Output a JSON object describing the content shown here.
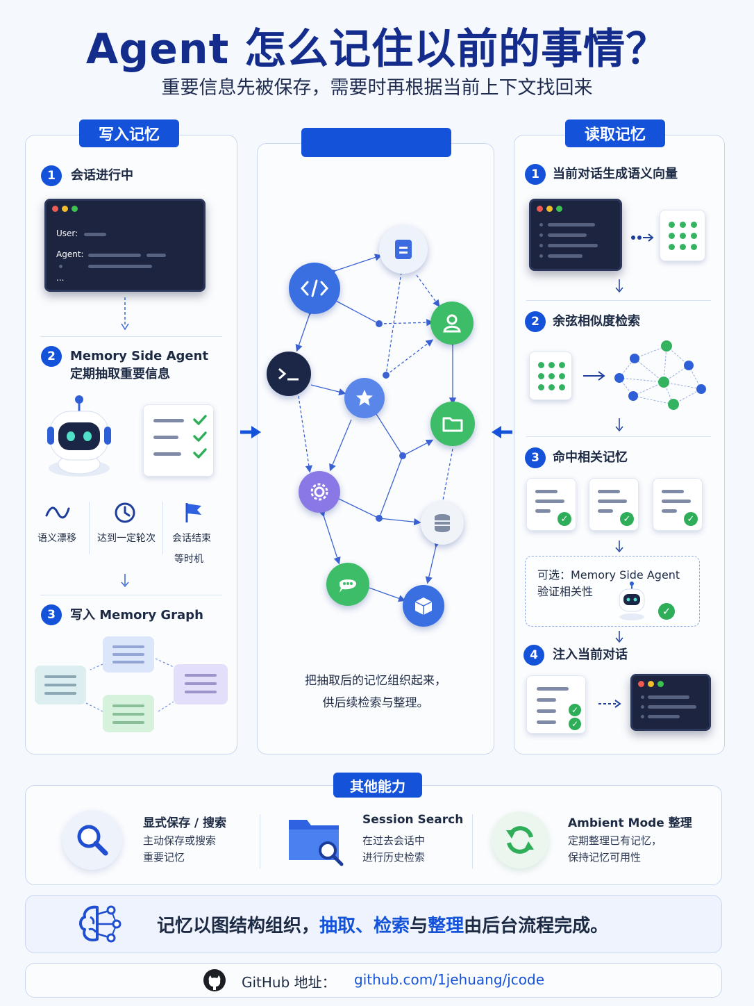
{
  "header": {
    "title": "Agent 怎么记住以前的事情？",
    "subtitle": "重要信息先被保存，需要时再根据当前上下文找回来"
  },
  "write": {
    "pill": "写入记忆",
    "step1": {
      "num": "1",
      "text": "会话进行中"
    },
    "terminal": {
      "user": "User:",
      "agent": "Agent:",
      "ellipsis": "..."
    },
    "step2": {
      "num": "2",
      "line1": "Memory Side Agent",
      "line2": "定期抽取重要信息"
    },
    "triggers": [
      {
        "icon": "wave-icon",
        "label": "语义漂移",
        "label2": ""
      },
      {
        "icon": "clock-icon",
        "label": "达到一定轮次",
        "label2": ""
      },
      {
        "icon": "flag-icon",
        "label": "会话结束",
        "label2": "等时机"
      }
    ],
    "step3": {
      "num": "3",
      "text": "写入 Memory Graph"
    }
  },
  "graph": {
    "pill": "",
    "caption_line1": "把抽取后的记忆组织起来，",
    "caption_line2": "供后续检索与整理。"
  },
  "read": {
    "pill": "读取记忆",
    "step1": {
      "num": "1",
      "text": "当前对话生成语义向量"
    },
    "step2": {
      "num": "2",
      "text": "余弦相似度检索"
    },
    "step3": {
      "num": "3",
      "text": "命中相关记忆"
    },
    "optional": {
      "line1": "可选：Memory Side Agent",
      "line2": "验证相关性"
    },
    "step4": {
      "num": "4",
      "text": "注入当前对话"
    }
  },
  "other": {
    "pill": "其他能力",
    "features": [
      {
        "icon": "search-icon",
        "title": "显式保存 / 搜索",
        "desc1": "主动保存或搜索",
        "desc2": "重要记忆"
      },
      {
        "icon": "folder-search-icon",
        "title": "Session Search",
        "desc1": "在过去会话中",
        "desc2": "进行历史检索"
      },
      {
        "icon": "refresh-icon",
        "title": "Ambient Mode 整理",
        "desc1": "定期整理已有记忆，",
        "desc2": "保持记忆可用性"
      }
    ]
  },
  "summary": {
    "part1": "记忆以图结构组织，",
    "hl1": "抽取",
    "sep": "、",
    "hl2": "检索",
    "part2": "与",
    "hl3": "整理",
    "part3": "由后台流程完成。"
  },
  "footer": {
    "label": "GitHub 地址：",
    "link": "github.com/1jehuang/jcode"
  },
  "colors": {
    "accent": "#1452d9",
    "title": "#142d8c",
    "green": "#2fae5a",
    "terminal": "#1c2440"
  }
}
